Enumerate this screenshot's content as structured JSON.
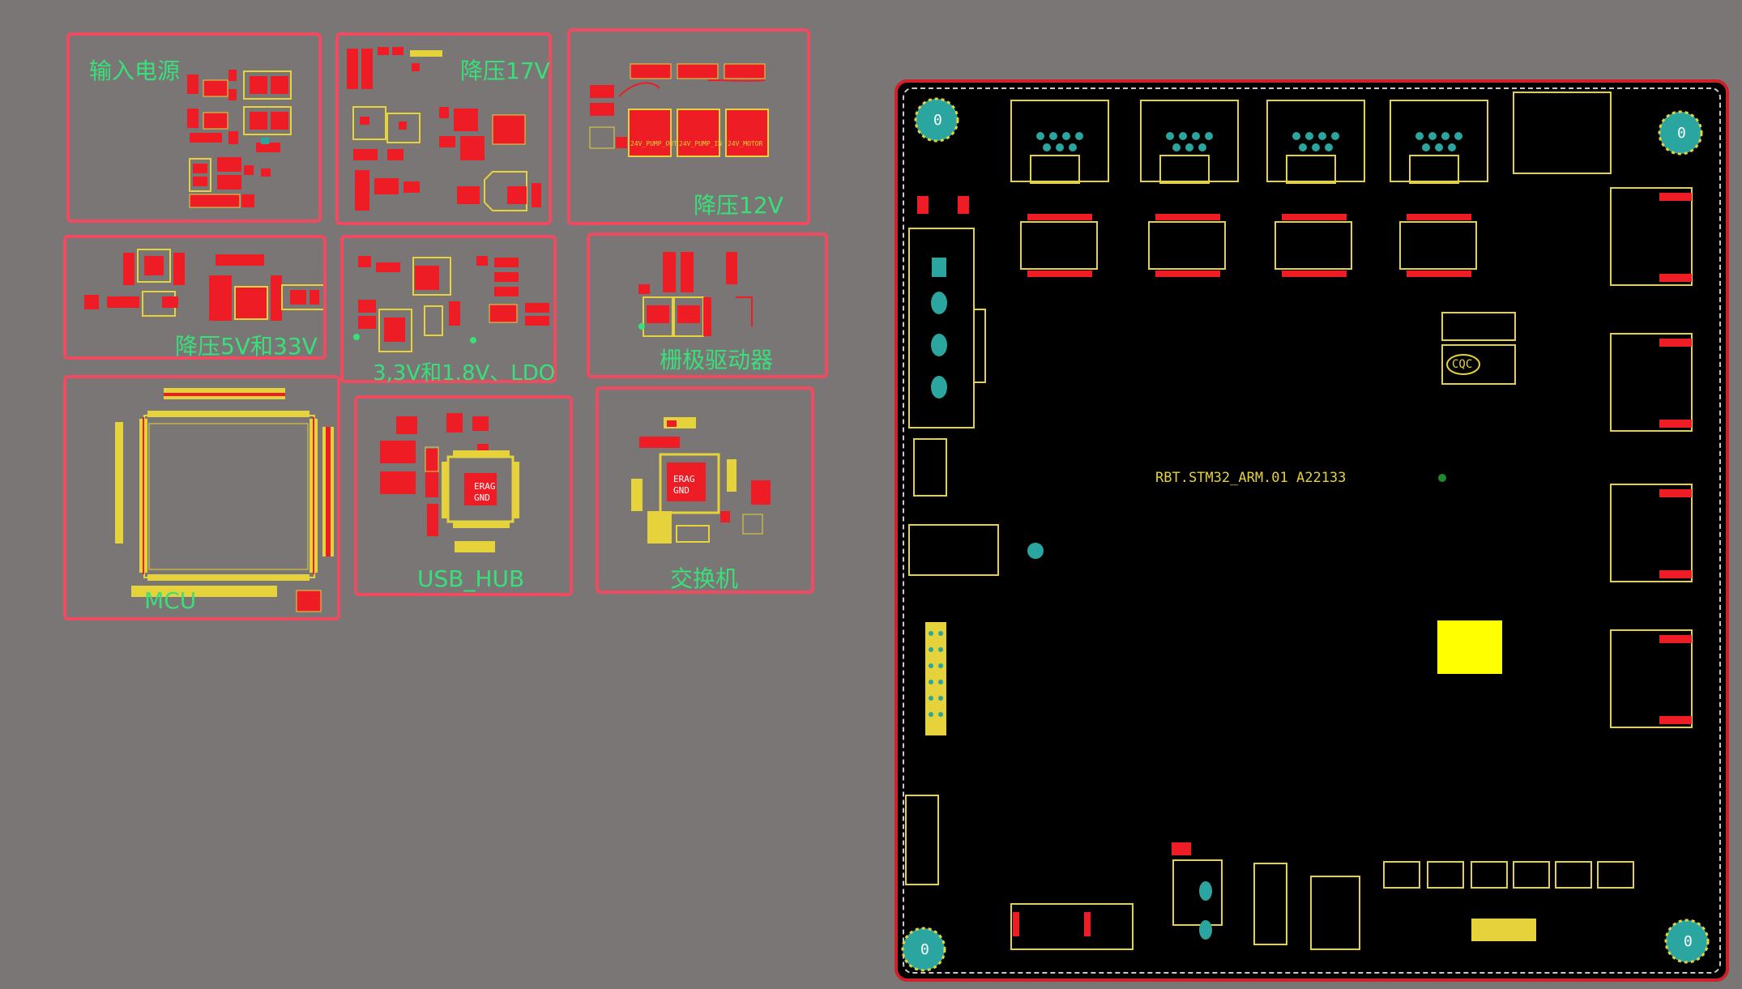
{
  "groups": [
    {
      "id": "input-power",
      "label": "输入电源"
    },
    {
      "id": "buck-17v",
      "label": "降压17V"
    },
    {
      "id": "buck-12v",
      "label": "降压12V"
    },
    {
      "id": "buck-5v-33v",
      "label": "降压5V和33V"
    },
    {
      "id": "ldo",
      "label": "3,3V和1.8V、LDO"
    },
    {
      "id": "gate-driver",
      "label": "栅极驱动器"
    },
    {
      "id": "mcu",
      "label": "MCU"
    },
    {
      "id": "usb-hub",
      "label": "USB_HUB"
    },
    {
      "id": "switch",
      "label": "交换机"
    }
  ],
  "board": {
    "silkscreen": "RBT.STM32_ARM.01  A22133",
    "cert_mark": "CQC",
    "hole_marker": "0",
    "chip_labels": [
      "ERAG",
      "GND"
    ],
    "power_outputs": [
      "24V_PUMP_OUT",
      "24V_PUMP_IN",
      "24V_MOTOR"
    ]
  },
  "colors": {
    "background": "#7a7676",
    "group_border": "#f04a60",
    "group_label": "#39e07a",
    "board": "#000000",
    "board_outline": "#d0202a",
    "pad": "#ee1c25",
    "silk": "#e6d23a",
    "via": "#2aa5a0"
  }
}
